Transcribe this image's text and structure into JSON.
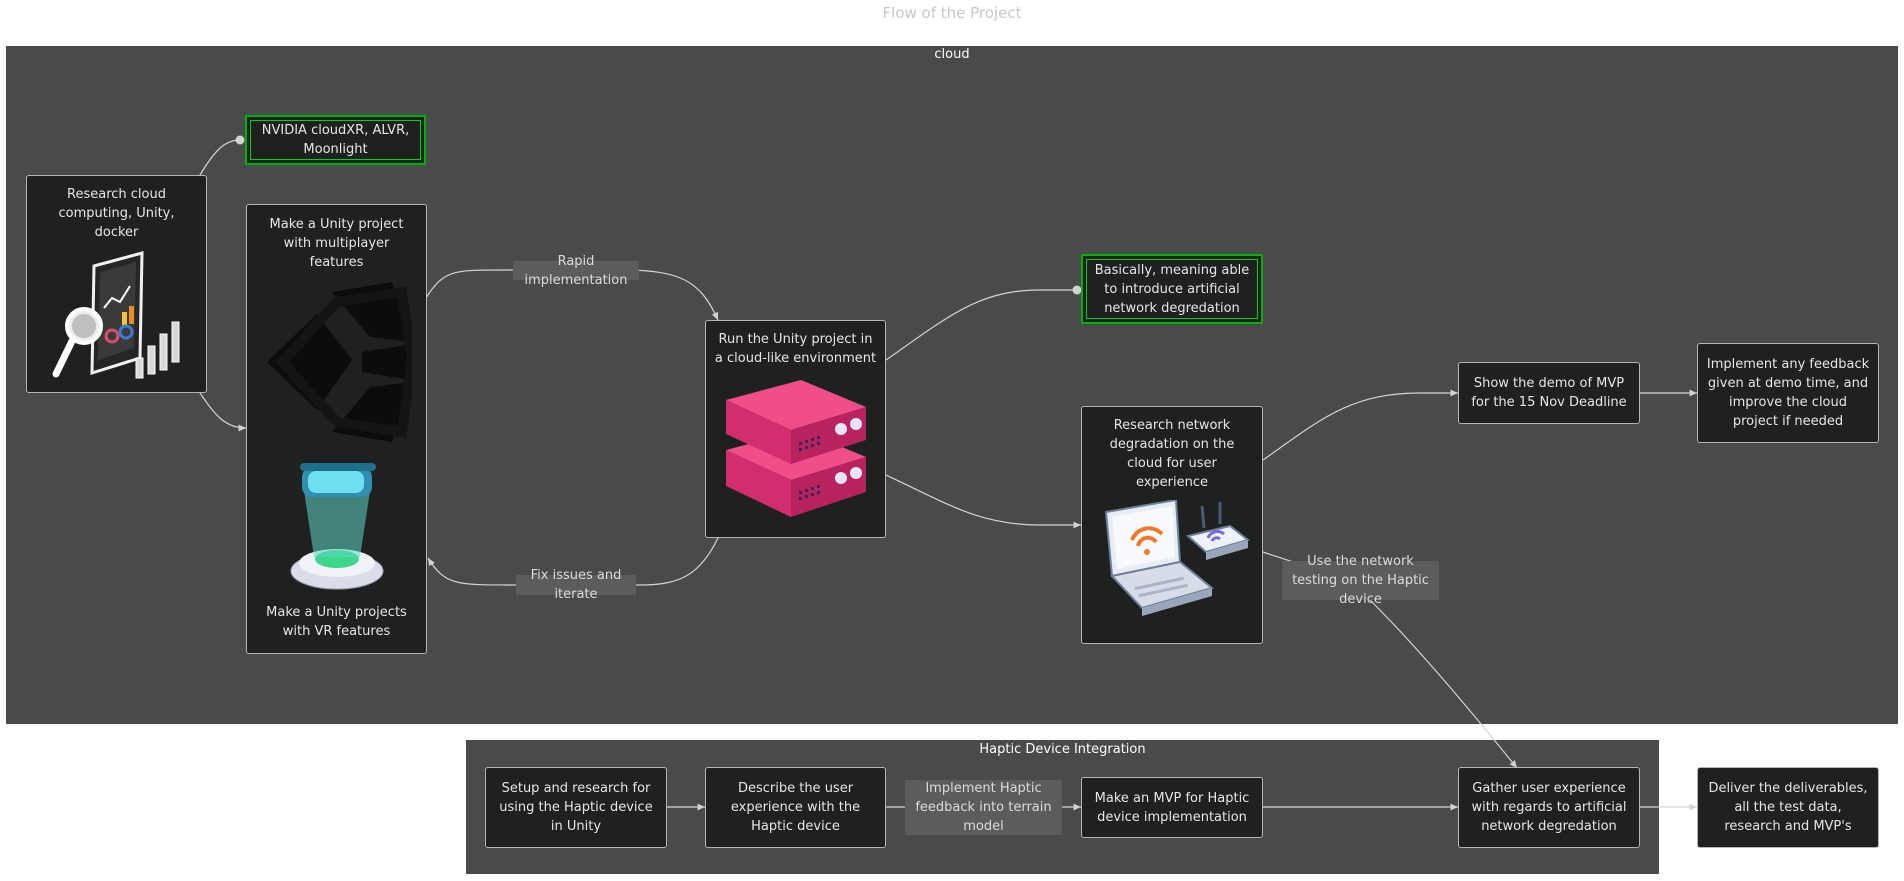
{
  "title": "Flow of the Project",
  "clusters": {
    "cloud": {
      "label": "cloud"
    },
    "haptic": {
      "label": "Haptic Device Integration"
    }
  },
  "nodes": {
    "research_cloud": "Research cloud computing, Unity, docker",
    "nvidia": "NVIDIA cloudXR, ALVR, Moonlight",
    "unity_multiplayer": "Make a Unity project with multiplayer features",
    "unity_vr": "Make a Unity projects with VR features",
    "run_unity": "Run the Unity project in a cloud-like environment",
    "basically": "Basically, meaning able to introduce artificial network degredation",
    "research_network": "Research network degradation on the cloud for user experience",
    "show_demo": "Show the demo of MVP for the 15 Nov Deadline",
    "implement_feedback": "Implement any feedback given at demo time, and improve the cloud project if needed",
    "setup_haptic": "Setup and research for using the Haptic device in Unity",
    "describe_ux": "Describe the user experience with the Haptic device",
    "make_mvp": "Make an MVP for Haptic device implementation",
    "gather_ux": "Gather user experience with regards to artificial network degredation",
    "deliver": "Deliver the deliverables, all the test data, research and MVP's"
  },
  "edge_labels": {
    "rapid": "Rapid implementation",
    "fix": "Fix issues and iterate",
    "network_testing": "Use the network testing on the Haptic device",
    "implement_haptic": "Implement Haptic feedback into terrain model"
  },
  "icons": {
    "research_cloud": "analytics-tablet-magnifier-icon",
    "unity_multiplayer": "unity-logo-icon",
    "unity_vr": "vr-headset-hologram-icon",
    "run_unity": "server-stack-icon",
    "research_network": "laptop-wifi-router-icon"
  },
  "colors": {
    "background": "#ffffff",
    "cluster_fill": "#494a4a",
    "node_fill": "#1f2020",
    "node_border": "#b5b5b5",
    "note_border": "#00b000",
    "edge": "#d3d3d3",
    "edge_label_fill": "#5c5c5c"
  }
}
